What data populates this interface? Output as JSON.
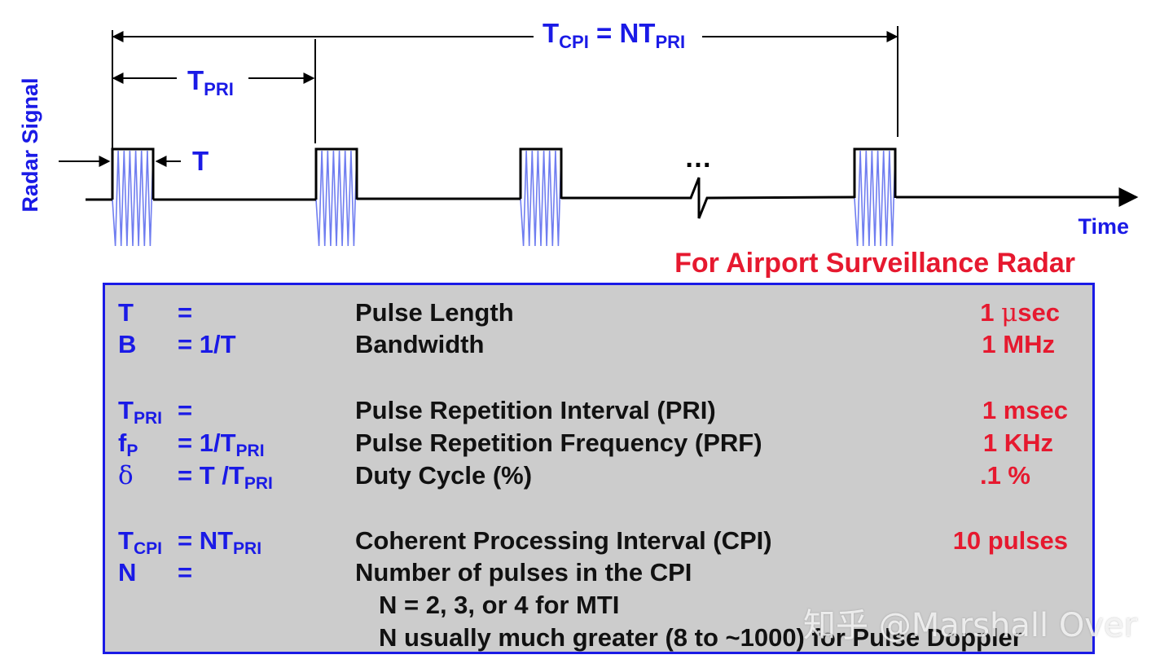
{
  "diagram": {
    "axis_label_y": "Radar Signal",
    "axis_label_x": "Time",
    "tcpi_label": {
      "main": "T",
      "sub": "CPI",
      "eq": " = NT",
      "sub2": "PRI"
    },
    "tpri_label": {
      "main": "T",
      "sub": "PRI"
    },
    "pulse_width_label": "T",
    "ellipsis": "…",
    "pulse_count": 4,
    "subtitle": "For Airport Surveillance Radar",
    "colors": {
      "blue": "#1a1ae6",
      "red": "#e6192f",
      "table_bg": "#cccccc"
    }
  },
  "table": {
    "rows": [
      {
        "sym": "T",
        "eq": "=",
        "desc": "Pulse Length",
        "val_pre": "1 ",
        "val_mu": "μ",
        "val_post": "sec"
      },
      {
        "sym": "B",
        "eq": "= 1/T",
        "desc": "Bandwidth",
        "val": "1 MHz"
      },
      {
        "sym": "T",
        "sym_sub": "PRI",
        "eq": "=",
        "desc": "Pulse Repetition Interval (PRI)",
        "val": "1 msec"
      },
      {
        "sym": "f",
        "sym_sub": "P",
        "eq": "= 1/T",
        "eq_sub": "PRI",
        "desc": "Pulse Repetition Frequency (PRF)",
        "val": "1 KHz"
      },
      {
        "sym": "δ",
        "eq": "= T /T",
        "eq_sub": "PRI",
        "desc": "Duty Cycle (%)",
        "val": ".1 %"
      },
      {
        "sym": "T",
        "sym_sub": "CPI",
        "eq": "= NT",
        "eq_sub": "PRI",
        "desc": "Coherent Processing Interval (CPI)",
        "val": "10 pulses"
      },
      {
        "sym": "N",
        "eq": "=",
        "desc": "Number of pulses in the CPI"
      }
    ],
    "sub_lines": [
      "N = 2, 3, or 4 for MTI",
      "N usually much greater (8 to ~1000) for Pulse Doppler"
    ]
  },
  "watermark": "知乎 @Marshall Over"
}
